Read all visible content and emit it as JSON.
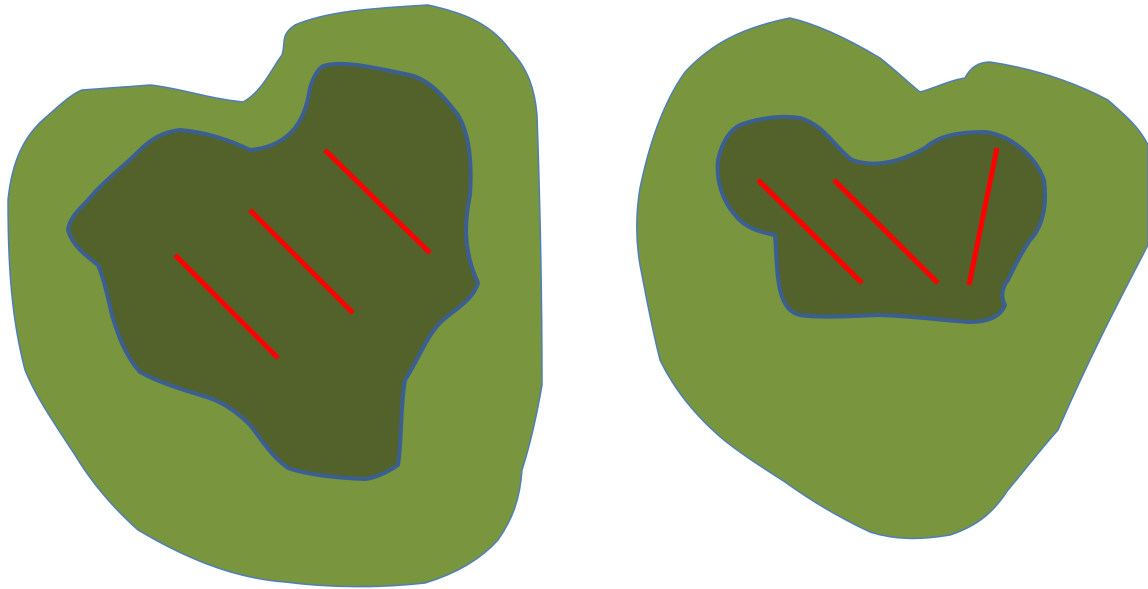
{
  "colors": {
    "background": "#ffffff",
    "outer_fill": "#79953e",
    "outer_stroke": "#4f7fb8",
    "inner_fill": "#52622a",
    "inner_stroke": "#3b5f93",
    "hatch": "#ff0000"
  },
  "shapes": [
    {
      "name": "left-blob",
      "hatch_count": 3
    },
    {
      "name": "right-blob",
      "hatch_count": 3
    }
  ]
}
